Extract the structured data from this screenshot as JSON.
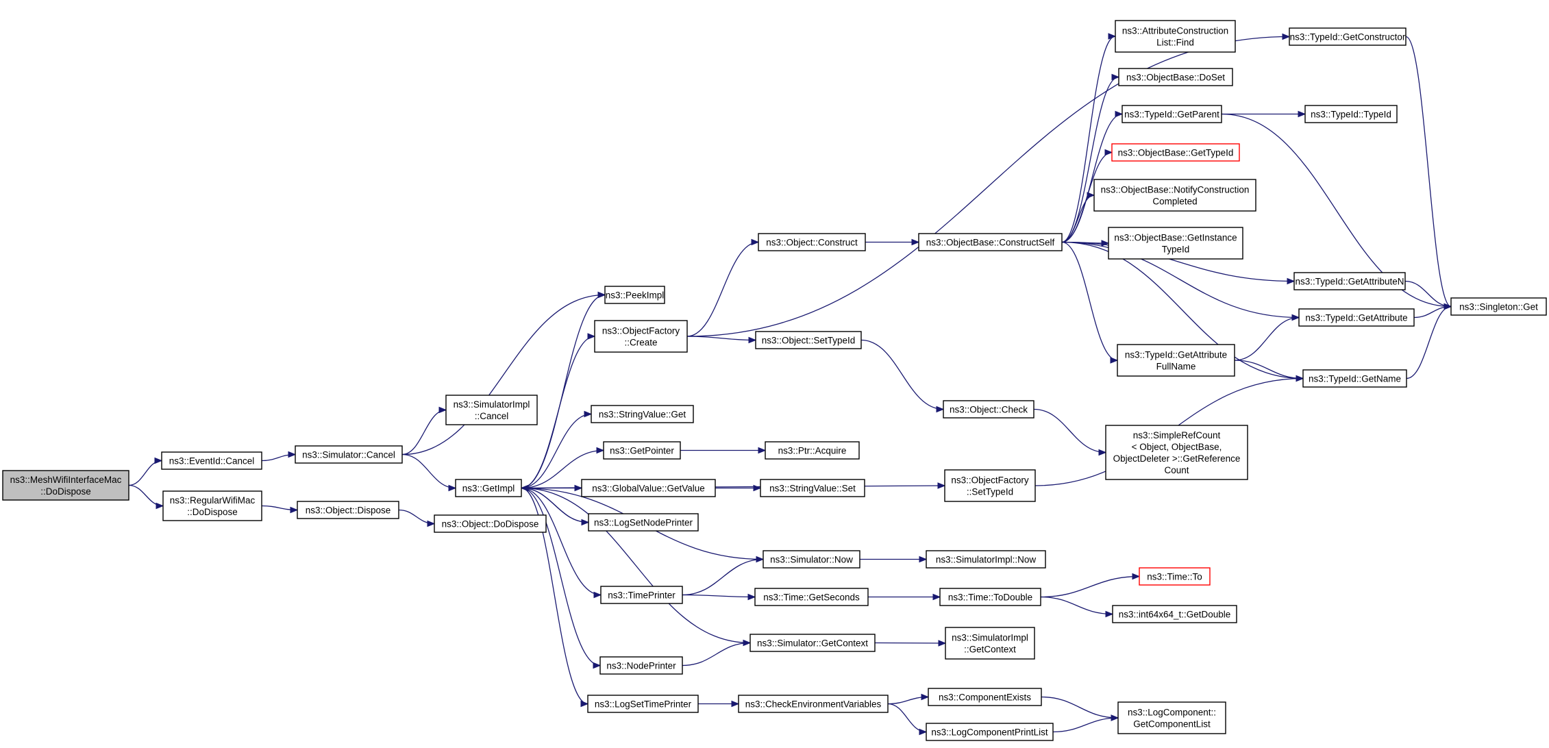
{
  "graph": {
    "colors": {
      "edge": "#191970",
      "node_border": "#000000",
      "missing_node_border": "#ff0000",
      "root_fill": "#bfbfbf"
    },
    "nodes": [
      {
        "id": "n0",
        "lines": [
          "ns3::MeshWifiInterfaceMac",
          "::DoDispose"
        ],
        "style": "root"
      },
      {
        "id": "n1",
        "lines": [
          "ns3::EventId::Cancel"
        ]
      },
      {
        "id": "n2",
        "lines": [
          "ns3::RegularWifiMac",
          "::DoDispose"
        ]
      },
      {
        "id": "n3",
        "lines": [
          "ns3::Simulator::Cancel"
        ]
      },
      {
        "id": "n4",
        "lines": [
          "ns3::Object::Dispose"
        ]
      },
      {
        "id": "n5",
        "lines": [
          "ns3::SimulatorImpl",
          "::Cancel"
        ]
      },
      {
        "id": "n6",
        "lines": [
          "ns3::GetImpl"
        ]
      },
      {
        "id": "n7",
        "lines": [
          "ns3::Object::DoDispose"
        ]
      },
      {
        "id": "n8",
        "lines": [
          "ns3::PeekImpl"
        ]
      },
      {
        "id": "n9",
        "lines": [
          "ns3::ObjectFactory",
          "::Create"
        ]
      },
      {
        "id": "n10",
        "lines": [
          "ns3::StringValue::Get"
        ]
      },
      {
        "id": "n11",
        "lines": [
          "ns3::GetPointer"
        ]
      },
      {
        "id": "n12",
        "lines": [
          "ns3::GlobalValue::GetValue"
        ]
      },
      {
        "id": "n13",
        "lines": [
          "ns3::LogSetNodePrinter"
        ]
      },
      {
        "id": "n14",
        "lines": [
          "ns3::TimePrinter"
        ]
      },
      {
        "id": "n15",
        "lines": [
          "ns3::NodePrinter"
        ]
      },
      {
        "id": "n16",
        "lines": [
          "ns3::LogSetTimePrinter"
        ]
      },
      {
        "id": "n17",
        "lines": [
          "ns3::Object::Construct"
        ]
      },
      {
        "id": "n18",
        "lines": [
          "ns3::Object::SetTypeId"
        ]
      },
      {
        "id": "n19",
        "lines": [
          "ns3::Ptr::Acquire"
        ]
      },
      {
        "id": "n20",
        "lines": [
          "ns3::StringValue::Set"
        ]
      },
      {
        "id": "n21",
        "lines": [
          "ns3::Simulator::Now"
        ]
      },
      {
        "id": "n22",
        "lines": [
          "ns3::Time::GetSeconds"
        ]
      },
      {
        "id": "n23",
        "lines": [
          "ns3::Simulator::GetContext"
        ]
      },
      {
        "id": "n24",
        "lines": [
          "ns3::CheckEnvironmentVariables"
        ]
      },
      {
        "id": "n25",
        "lines": [
          "ns3::ObjectBase::ConstructSelf"
        ]
      },
      {
        "id": "n26",
        "lines": [
          "ns3::Object::Check"
        ]
      },
      {
        "id": "n27",
        "lines": [
          "ns3::ObjectFactory",
          "::SetTypeId"
        ]
      },
      {
        "id": "n28",
        "lines": [
          "ns3::SimulatorImpl::Now"
        ]
      },
      {
        "id": "n29",
        "lines": [
          "ns3::Time::ToDouble"
        ]
      },
      {
        "id": "n30",
        "lines": [
          "ns3::SimulatorImpl",
          "::GetContext"
        ]
      },
      {
        "id": "n31",
        "lines": [
          "ns3::ComponentExists"
        ]
      },
      {
        "id": "n32",
        "lines": [
          "ns3::LogComponentPrintList"
        ]
      },
      {
        "id": "n33",
        "lines": [
          "ns3::AttributeConstruction",
          "List::Find"
        ]
      },
      {
        "id": "n34",
        "lines": [
          "ns3::ObjectBase::DoSet"
        ]
      },
      {
        "id": "n35",
        "lines": [
          "ns3::TypeId::GetParent"
        ]
      },
      {
        "id": "n36",
        "lines": [
          "ns3::ObjectBase::GetTypeId"
        ],
        "style": "missing"
      },
      {
        "id": "n37",
        "lines": [
          "ns3::ObjectBase::NotifyConstruction",
          "Completed"
        ]
      },
      {
        "id": "n38",
        "lines": [
          "ns3::ObjectBase::GetInstance",
          "TypeId"
        ]
      },
      {
        "id": "n39",
        "lines": [
          "ns3::TypeId::GetAttribute",
          "FullName"
        ]
      },
      {
        "id": "n40",
        "lines": [
          "ns3::SimpleRefCount",
          "< Object, ObjectBase,",
          "ObjectDeleter >::GetReference",
          "Count"
        ]
      },
      {
        "id": "n41",
        "lines": [
          "ns3::Time::To"
        ],
        "style": "missing"
      },
      {
        "id": "n42",
        "lines": [
          "ns3::int64x64_t::GetDouble"
        ]
      },
      {
        "id": "n43",
        "lines": [
          "ns3::LogComponent::",
          "GetComponentList"
        ]
      },
      {
        "id": "n44",
        "lines": [
          "ns3::TypeId::GetConstructor"
        ]
      },
      {
        "id": "n45",
        "lines": [
          "ns3::TypeId::TypeId"
        ]
      },
      {
        "id": "n46",
        "lines": [
          "ns3::TypeId::GetAttributeN"
        ]
      },
      {
        "id": "n47",
        "lines": [
          "ns3::TypeId::GetAttribute"
        ]
      },
      {
        "id": "n48",
        "lines": [
          "ns3::TypeId::GetName"
        ]
      },
      {
        "id": "n49",
        "lines": [
          "ns3::Singleton::Get"
        ]
      }
    ],
    "edges": [
      {
        "from": "n0",
        "to": "n1"
      },
      {
        "from": "n0",
        "to": "n2"
      },
      {
        "from": "n1",
        "to": "n3"
      },
      {
        "from": "n2",
        "to": "n4"
      },
      {
        "from": "n3",
        "to": "n5"
      },
      {
        "from": "n3",
        "to": "n6"
      },
      {
        "from": "n3",
        "to": "n8"
      },
      {
        "from": "n4",
        "to": "n7"
      },
      {
        "from": "n6",
        "to": "n8"
      },
      {
        "from": "n6",
        "to": "n9"
      },
      {
        "from": "n6",
        "to": "n10"
      },
      {
        "from": "n6",
        "to": "n11"
      },
      {
        "from": "n6",
        "to": "n12"
      },
      {
        "from": "n6",
        "to": "n13"
      },
      {
        "from": "n6",
        "to": "n14"
      },
      {
        "from": "n6",
        "to": "n15"
      },
      {
        "from": "n6",
        "to": "n16"
      },
      {
        "from": "n6",
        "to": "n27"
      },
      {
        "from": "n9",
        "to": "n17"
      },
      {
        "from": "n9",
        "to": "n18"
      },
      {
        "from": "n9",
        "to": "n44"
      },
      {
        "from": "n11",
        "to": "n19"
      },
      {
        "from": "n12",
        "to": "n20"
      },
      {
        "from": "n13",
        "to": "n6"
      },
      {
        "from": "n21",
        "to": "n6"
      },
      {
        "from": "n23",
        "to": "n6"
      },
      {
        "from": "n14",
        "to": "n21"
      },
      {
        "from": "n14",
        "to": "n22"
      },
      {
        "from": "n15",
        "to": "n23"
      },
      {
        "from": "n16",
        "to": "n24"
      },
      {
        "from": "n17",
        "to": "n25"
      },
      {
        "from": "n18",
        "to": "n26"
      },
      {
        "from": "n21",
        "to": "n28"
      },
      {
        "from": "n22",
        "to": "n29"
      },
      {
        "from": "n23",
        "to": "n30"
      },
      {
        "from": "n24",
        "to": "n31"
      },
      {
        "from": "n24",
        "to": "n32"
      },
      {
        "from": "n25",
        "to": "n33"
      },
      {
        "from": "n25",
        "to": "n34"
      },
      {
        "from": "n25",
        "to": "n35"
      },
      {
        "from": "n25",
        "to": "n36"
      },
      {
        "from": "n25",
        "to": "n37"
      },
      {
        "from": "n25",
        "to": "n38"
      },
      {
        "from": "n25",
        "to": "n46"
      },
      {
        "from": "n25",
        "to": "n47"
      },
      {
        "from": "n25",
        "to": "n39"
      },
      {
        "from": "n25",
        "to": "n48"
      },
      {
        "from": "n26",
        "to": "n40"
      },
      {
        "from": "n27",
        "to": "n48"
      },
      {
        "from": "n29",
        "to": "n41"
      },
      {
        "from": "n29",
        "to": "n42"
      },
      {
        "from": "n31",
        "to": "n43"
      },
      {
        "from": "n32",
        "to": "n43"
      },
      {
        "from": "n35",
        "to": "n45"
      },
      {
        "from": "n35",
        "to": "n49"
      },
      {
        "from": "n39",
        "to": "n47"
      },
      {
        "from": "n39",
        "to": "n48"
      },
      {
        "from": "n44",
        "to": "n49"
      },
      {
        "from": "n46",
        "to": "n49"
      },
      {
        "from": "n47",
        "to": "n49"
      },
      {
        "from": "n48",
        "to": "n49"
      }
    ]
  }
}
